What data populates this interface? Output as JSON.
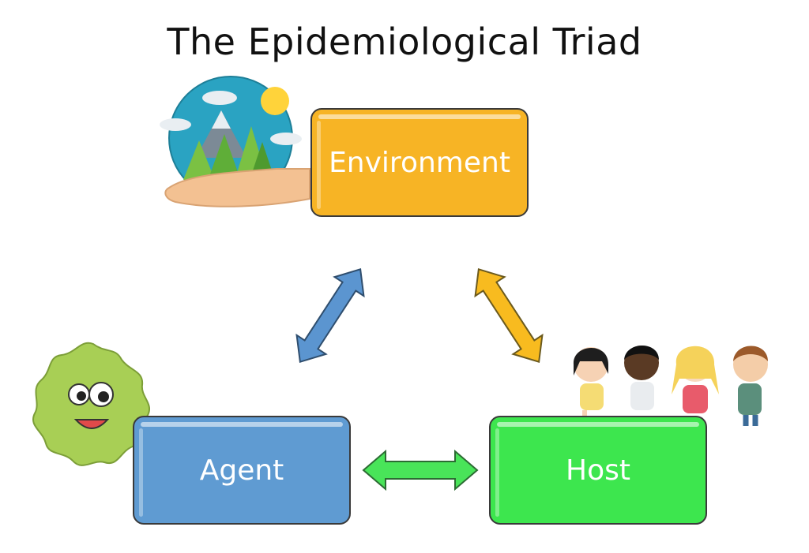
{
  "title": "The Epidemiological Triad",
  "nodes": {
    "environment": "Environment",
    "agent": "Agent",
    "host": "Host"
  },
  "colors": {
    "environment": "#f7b425",
    "agent": "#5f9bd2",
    "host": "#3de64e",
    "arrow_blue": "#5b95d0",
    "arrow_yellow": "#f8bb1f",
    "arrow_green": "#49e459"
  },
  "icons": [
    "globe-in-hand-icon",
    "germ-icon",
    "children-icon"
  ]
}
